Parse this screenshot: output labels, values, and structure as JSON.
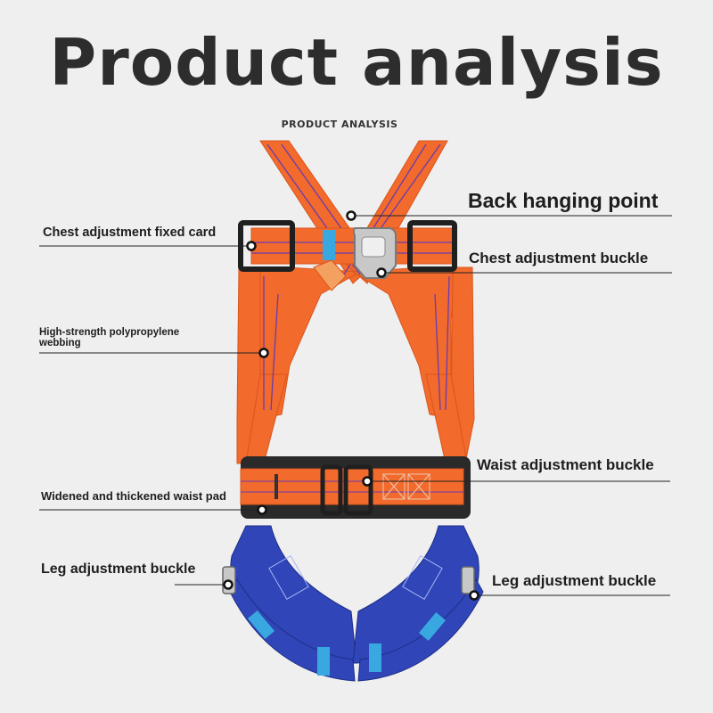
{
  "header": {
    "title": "Product analysis",
    "subtitle": "PRODUCT ANALYSIS"
  },
  "callouts": {
    "back_hanging_point": "Back hanging point",
    "chest_adjustment_buckle": "Chest adjustment buckle",
    "chest_adjustment_fixed_card": "Chest adjustment fixed card",
    "webbing": "High-strength polypropylene webbing",
    "waist_adjustment_buckle": "Waist adjustment buckle",
    "waist_pad": "Widened and thickened waist pad",
    "leg_buckle_left": "Leg adjustment buckle",
    "leg_buckle_right": "Leg adjustment buckle"
  },
  "colors": {
    "background": "#efefef",
    "webbing_orange": "#f26a2c",
    "leg_strap_blue": "#2f45b8",
    "waist_pad_black": "#2a2a2a",
    "keeper_cyan": "#3aa8e0",
    "text": "#1e1e1e"
  }
}
